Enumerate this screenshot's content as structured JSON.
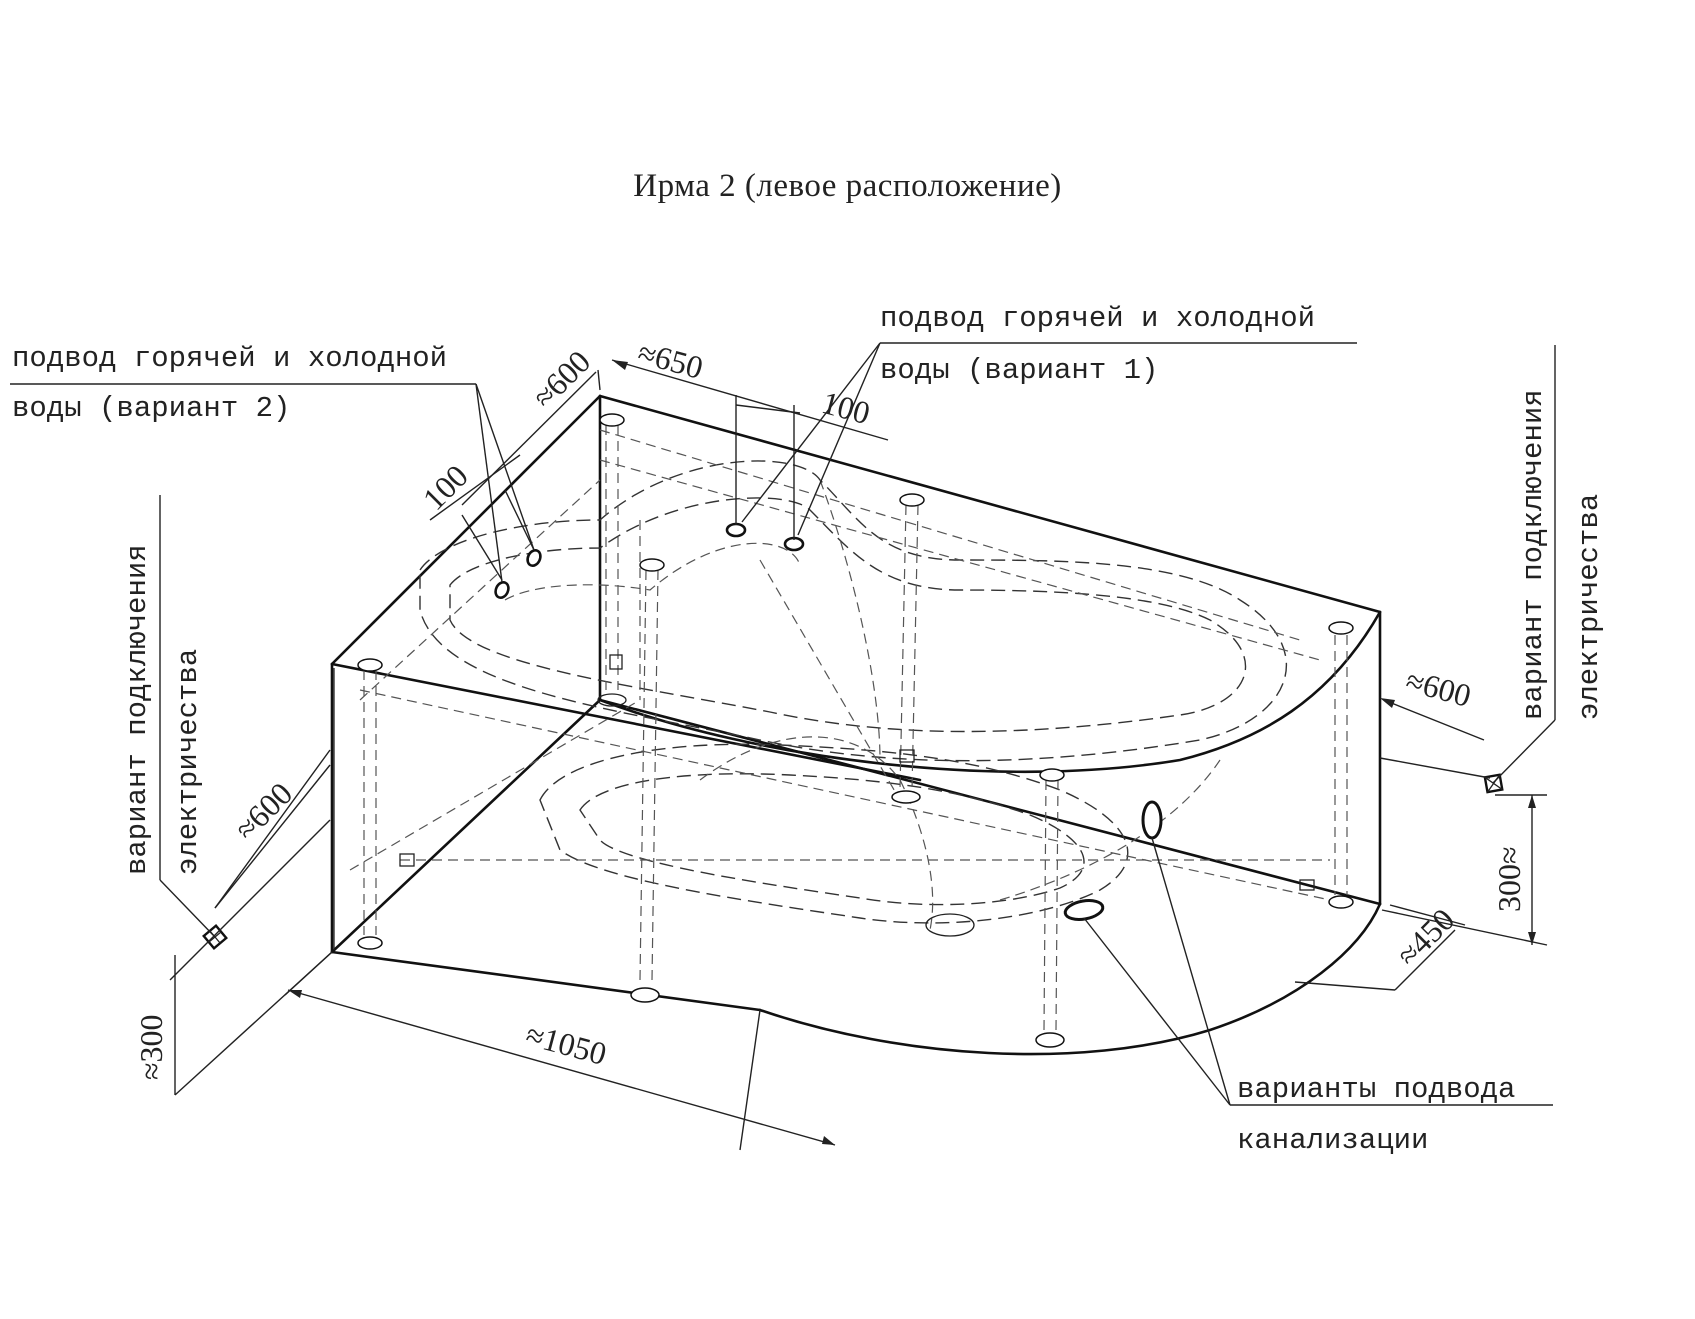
{
  "title": "Ирма 2 (левое расположение)",
  "labels": {
    "water_v2_line1": "подвод горячей и холодной",
    "water_v2_line2": "воды (вариант 2)",
    "water_v1_line1": "подвод горячей и холодной",
    "water_v1_line2": "воды (вариант 1)",
    "elec_left_line1": "вариант подключения",
    "elec_left_line2": "электричества",
    "elec_right_line1": "вариант подключения",
    "elec_right_line2": "электричества",
    "drain_line1": "варианты подвода",
    "drain_line2": "канализации"
  },
  "dimensions": {
    "d650": "≈650",
    "d600_top": "≈600",
    "d100_left": "100",
    "d100_top": "100",
    "d600_right": "≈600",
    "d600_left": "≈600",
    "d300_right": "300≈",
    "d300_left": "≈300",
    "d450": "≈450",
    "d1050": "≈1050"
  }
}
